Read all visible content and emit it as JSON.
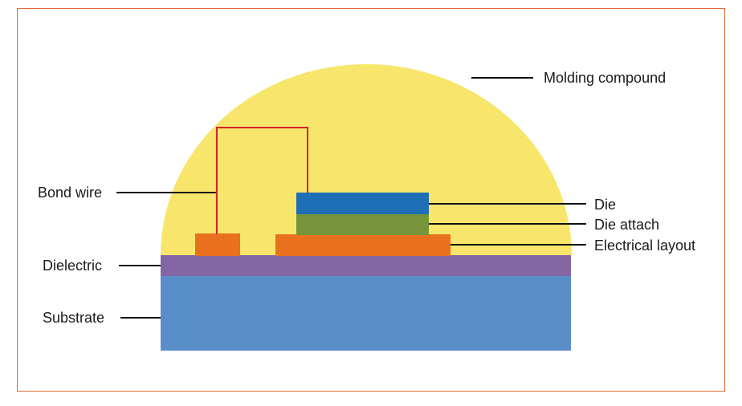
{
  "labels": {
    "molding_compound": "Molding compound",
    "bond_wire": "Bond wire",
    "die": "Die",
    "die_attach": "Die attach",
    "electrical_layout": "Electrical layout",
    "dielectric": "Dielectric",
    "substrate": "Substrate"
  },
  "colors": {
    "frame": "#e06a30",
    "molding_compound": "#f7e66b",
    "bond_wire": "#d8232a",
    "die": "#1e6fb5",
    "die_attach": "#76953a",
    "electrical_layout": "#e8701f",
    "dielectric": "#8466a4",
    "substrate": "#5a8ec8",
    "leader": "#111111"
  }
}
